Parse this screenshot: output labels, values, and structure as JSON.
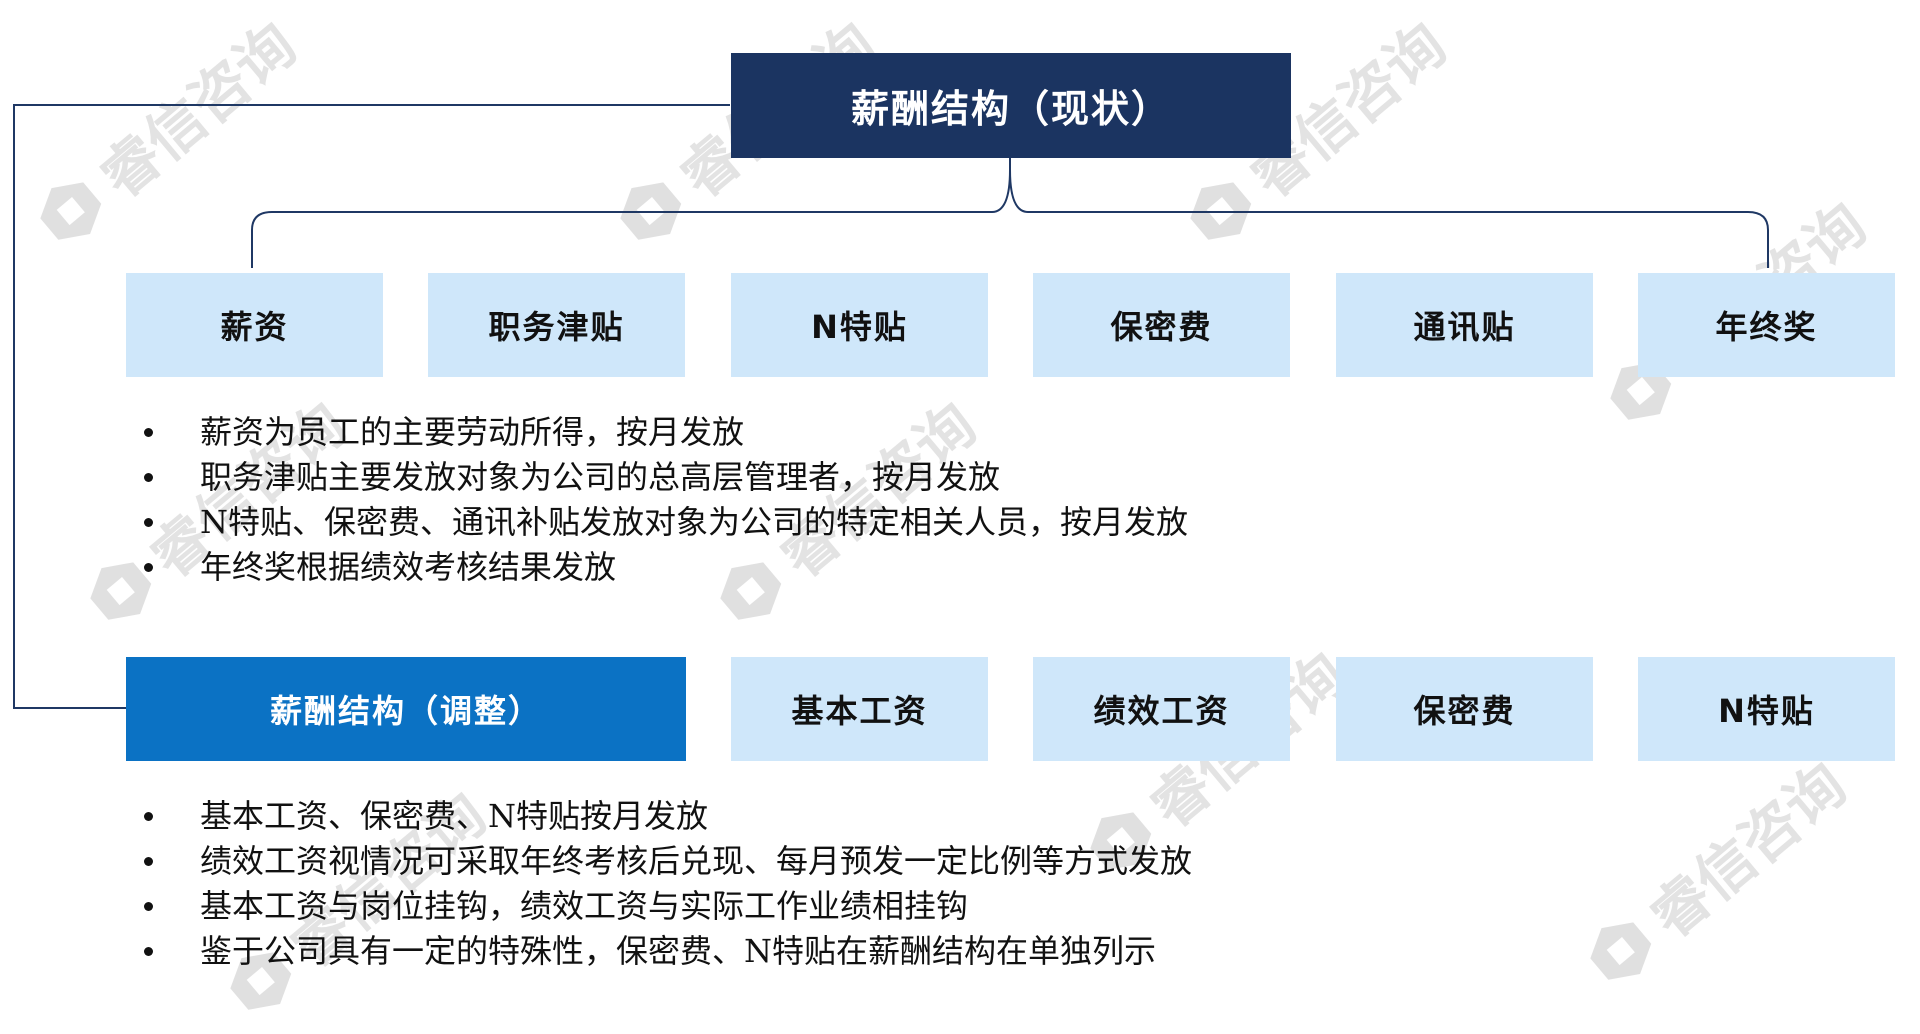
{
  "top_box": {
    "title": "薪酬结构（现状）"
  },
  "current_items": [
    "薪资",
    "职务津贴",
    "N特贴",
    "保密费",
    "通讯贴",
    "年终奖"
  ],
  "current_notes": [
    "薪资为员工的主要劳动所得，按月发放",
    "职务津贴主要发放对象为公司的总高层管理者，按月发放",
    "N特贴、保密费、通讯补贴发放对象为公司的特定相关人员，按月发放",
    "年终奖根据绩效考核结果发放"
  ],
  "adjusted_box": {
    "title": "薪酬结构（调整）"
  },
  "adjusted_items": [
    "基本工资",
    "绩效工资",
    "保密费",
    "N特贴"
  ],
  "adjusted_notes": [
    "基本工资、保密费、N特贴按月发放",
    "绩效工资视情况可采取年终考核后兑现、每月预发一定比例等方式发放",
    "基本工资与岗位挂钩，绩效工资与实际工作业绩相挂钩",
    "鉴于公司具有一定的特殊性，保密费、N特贴在薪酬结构在单独列示"
  ],
  "watermark": {
    "text": "睿信咨询"
  },
  "colors": {
    "dark_navy": "#1b3461",
    "accent_blue": "#0b72c4",
    "light_blue": "#cfe7fa",
    "connector": "#1f3864"
  }
}
